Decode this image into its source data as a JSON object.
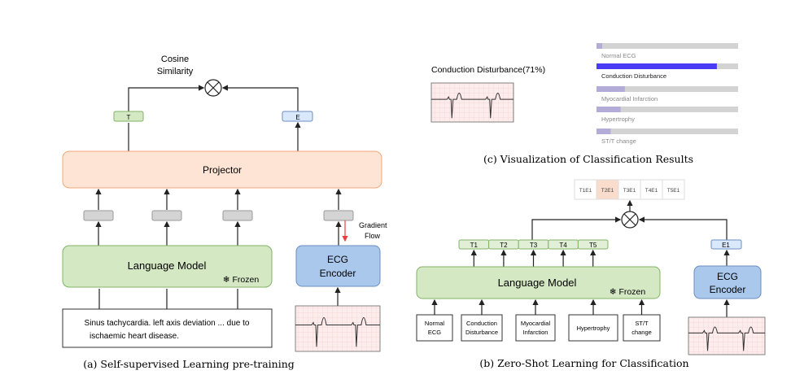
{
  "panel_a": {
    "caption": "(a) Self-supervised Learning pre-training",
    "cosine": [
      "Cosine",
      "Similarity"
    ],
    "text_token": "T",
    "ecg_token": "E",
    "projector": "Projector",
    "language_model": "Language Model",
    "frozen": "❄ Frozen",
    "ecg_encoder": [
      "ECG",
      "Encoder"
    ],
    "gradient_flow": [
      "Gradient",
      "Flow"
    ],
    "report_text": [
      "Sinus tachycardia. left axis deviation ... due to",
      "ischaemic heart disease."
    ]
  },
  "panel_b": {
    "caption": "(b) Zero-Shot Learning for Classification",
    "results": [
      "T1E1",
      "T2E1",
      "T3E1",
      "T4E1",
      "T5E1"
    ],
    "highlight_index": 1,
    "text_tokens": [
      "T1",
      "T2",
      "T3",
      "T4",
      "T5"
    ],
    "ecg_token": "E1",
    "language_model": "Language Model",
    "frozen": "❄ Frozen",
    "ecg_encoder": [
      "ECG",
      "Encoder"
    ],
    "inputs": [
      [
        "Normal",
        "ECG"
      ],
      [
        "Conduction",
        "Disturbance"
      ],
      [
        "Myocardial",
        "Infarction"
      ],
      [
        "Hypertrophy"
      ],
      [
        "ST/T",
        "change"
      ]
    ]
  },
  "panel_c": {
    "caption": "(c) Visualization of Classification Results",
    "prediction": "Conduction Disturbance(71%)",
    "bars": [
      {
        "label": "Normal ECG",
        "value": 4
      },
      {
        "label": "Conduction Disturbance",
        "value": 85
      },
      {
        "label": "Myocardial Infarction",
        "value": 20
      },
      {
        "label": "Hypertrophy",
        "value": 17
      },
      {
        "label": "ST/T change",
        "value": 10
      }
    ]
  },
  "colors": {
    "green": "#d5e8c4",
    "green_stroke": "#82b366",
    "blue": "#a9c8ec",
    "blue_stroke": "#6c8ebf",
    "projector": "#fde4d4",
    "projector_stroke": "#f0a878",
    "bar_active": "#4a3cf5",
    "bar_other": "#b3acd8",
    "bar_track": "#d3d3d3",
    "gradient": "#e84040"
  }
}
